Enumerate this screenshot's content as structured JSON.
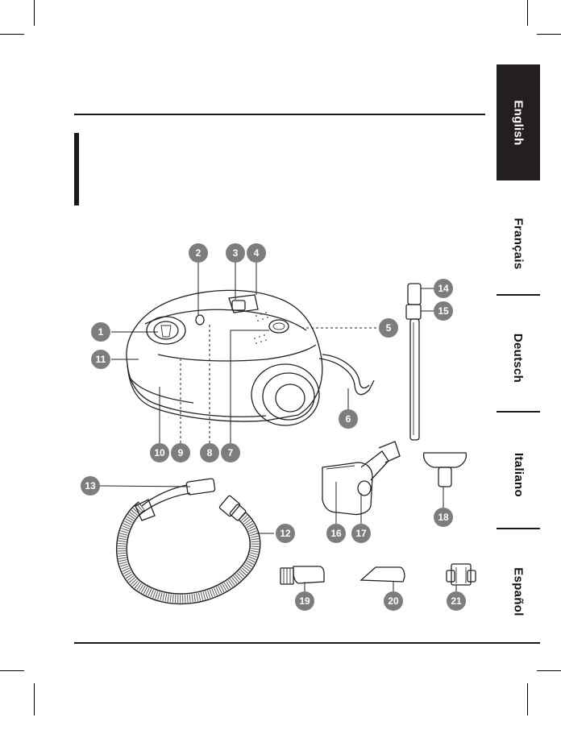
{
  "language_tabs": [
    {
      "label": "English",
      "active": true
    },
    {
      "label": "Français",
      "active": false
    },
    {
      "label": "Deutsch",
      "active": false
    },
    {
      "label": "Italiano",
      "active": false
    },
    {
      "label": "Español",
      "active": false
    }
  ],
  "callouts": {
    "c1": "1",
    "c2": "2",
    "c3": "3",
    "c4": "4",
    "c5": "5",
    "c6": "6",
    "c7": "7",
    "c8": "8",
    "c9": "9",
    "c10": "10",
    "c11": "11",
    "c12": "12",
    "c13": "13",
    "c14": "14",
    "c15": "15",
    "c16": "16",
    "c17": "17",
    "c18": "18",
    "c19": "19",
    "c20": "20",
    "c21": "21"
  },
  "colors": {
    "tab_active_bg": "#231f20",
    "callout_fill": "#7d7d7d",
    "ink": "#222222"
  }
}
